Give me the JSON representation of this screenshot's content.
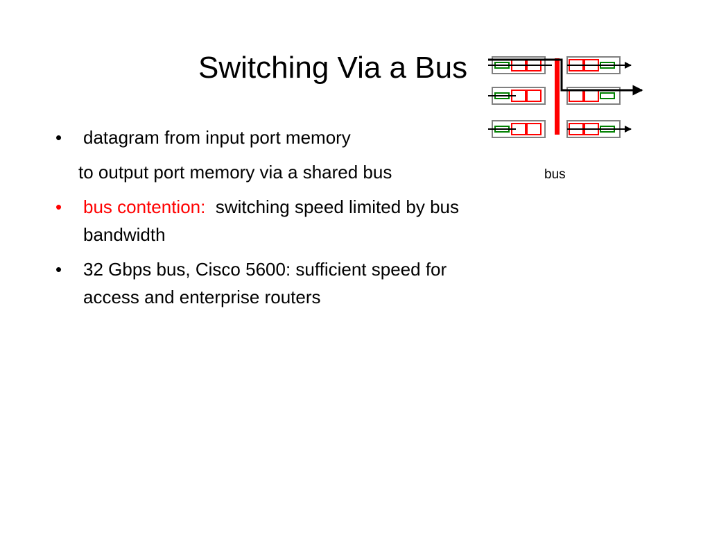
{
  "slide": {
    "title": "Switching Via a Bus",
    "bullets": [
      {
        "marker": "•",
        "line1": "datagram from input port memory",
        "line2": "to output port memory via a shared bus"
      },
      {
        "marker": "•",
        "highlight": "bus contention:",
        "text": "switching speed limited by bus bandwidth"
      },
      {
        "marker": "•",
        "text": "32 Gbps bus, Cisco 5600: sufficient speed for access and enterprise routers"
      }
    ]
  },
  "diagram": {
    "bus_label": "bus",
    "colors": {
      "bus": "#ff0000",
      "queue_red": "#ff0000",
      "queue_green": "#008000",
      "port_outline": "#808080",
      "arrow": "#000000"
    }
  }
}
